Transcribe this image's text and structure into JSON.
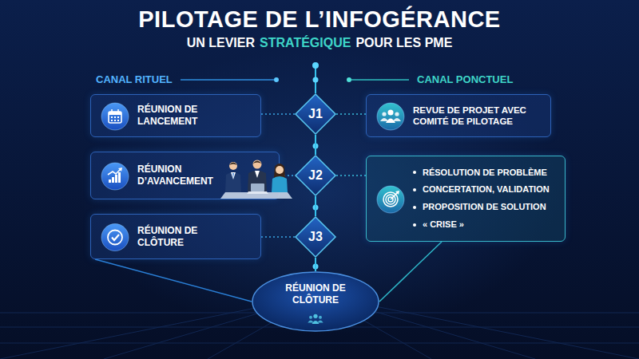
{
  "diagram": {
    "title": "PILOTAGE DE L’INFOGÉRANCE",
    "nodes": [
      {
        "text": [
          "RÉUNION DE LANCEMENT"
        ]
      },
      {
        "text": [
          "J1"
        ]
      },
      {
        "text": [
          "REVUE DE PROJET AVEC COMITÉ DE PILOTAGE"
        ]
      },
      {
        "text": [
          "RÉUNION D’AVANCEMENT"
        ]
      },
      {
        "text": [
          "J2"
        ]
      },
      {
        "text": [
          "RÉSOLUTION DE PROBLÈME",
          "CONCERTATION, VALIDATION",
          "PROPOSITION DE SOLUTION",
          "« CRISE »"
        ]
      },
      {
        "text": [
          "RÉUNION DE CLÔTURE"
        ]
      },
      {
        "text": [
          "J3"
        ]
      },
      {
        "text": [
          "RÉUNION DE CLÔTURE"
        ]
      }
    ],
    "edges": [
      {
        "from": 0,
        "to": 1,
        "arrow": "none"
      },
      {
        "from": 1,
        "to": 2,
        "arrow": "none"
      },
      {
        "from": 3,
        "to": 4,
        "arrow": "none"
      },
      {
        "from": 4,
        "to": 5,
        "arrow": "none"
      },
      {
        "from": 6,
        "to": 7,
        "arrow": "none"
      },
      {
        "from": 1,
        "to": 4,
        "arrow": "none"
      },
      {
        "from": 4,
        "to": 7,
        "arrow": "none"
      },
      {
        "from": 7,
        "to": 8,
        "arrow": "none"
      },
      {
        "from": 6,
        "to": 8,
        "arrow": "none"
      },
      {
        "from": 5,
        "to": 8,
        "arrow": "none"
      }
    ],
    "labels": [
      "UN LEVIER",
      "STRATÉGIQUE",
      "POUR LES PME",
      "CANAL RITUEL",
      "CANAL PONCTUEL"
    ]
  }
}
